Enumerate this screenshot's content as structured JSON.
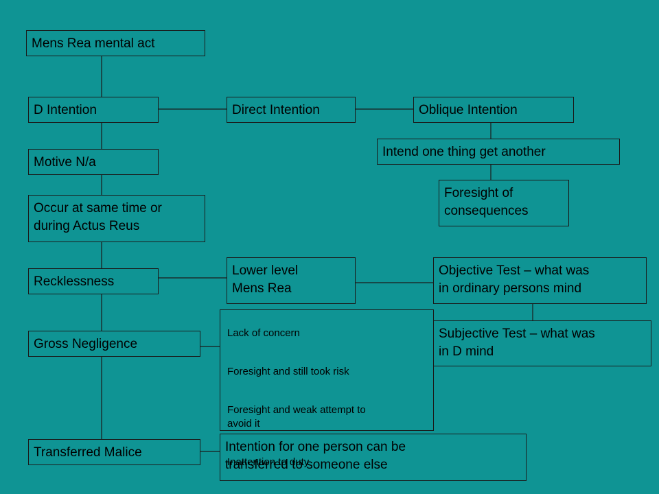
{
  "nodes": {
    "mens_rea": "Mens Rea mental act",
    "d_intention": "D Intention",
    "direct_intention": "Direct Intention",
    "oblique_intention": "Oblique Intention",
    "intend_one_thing": "Intend one thing get another",
    "motive": "Motive N/a",
    "foresight": "Foresight of\nconsequences",
    "occur_same_time": "Occur at same time or\nduring Actus Reus",
    "recklessness": "Recklessness",
    "lower_level": "Lower level\nMens Rea",
    "objective_test": "Objective Test – what was\nin ordinary persons mind",
    "subjective_test": "Subjective Test – what was\nin D mind",
    "gross_negligence": "Gross Negligence",
    "transferred_malice": "Transferred Malice",
    "transferred_desc": "Intention for one person can be\ntransferred to someone else"
  },
  "negligence_list": [
    "Lack of concern",
    "Foresight and still took risk",
    "Foresight and weak attempt to\navoid it",
    "Inattention to duty"
  ],
  "colors": {
    "background": "#0f9494",
    "line": "#1a1a1a"
  }
}
